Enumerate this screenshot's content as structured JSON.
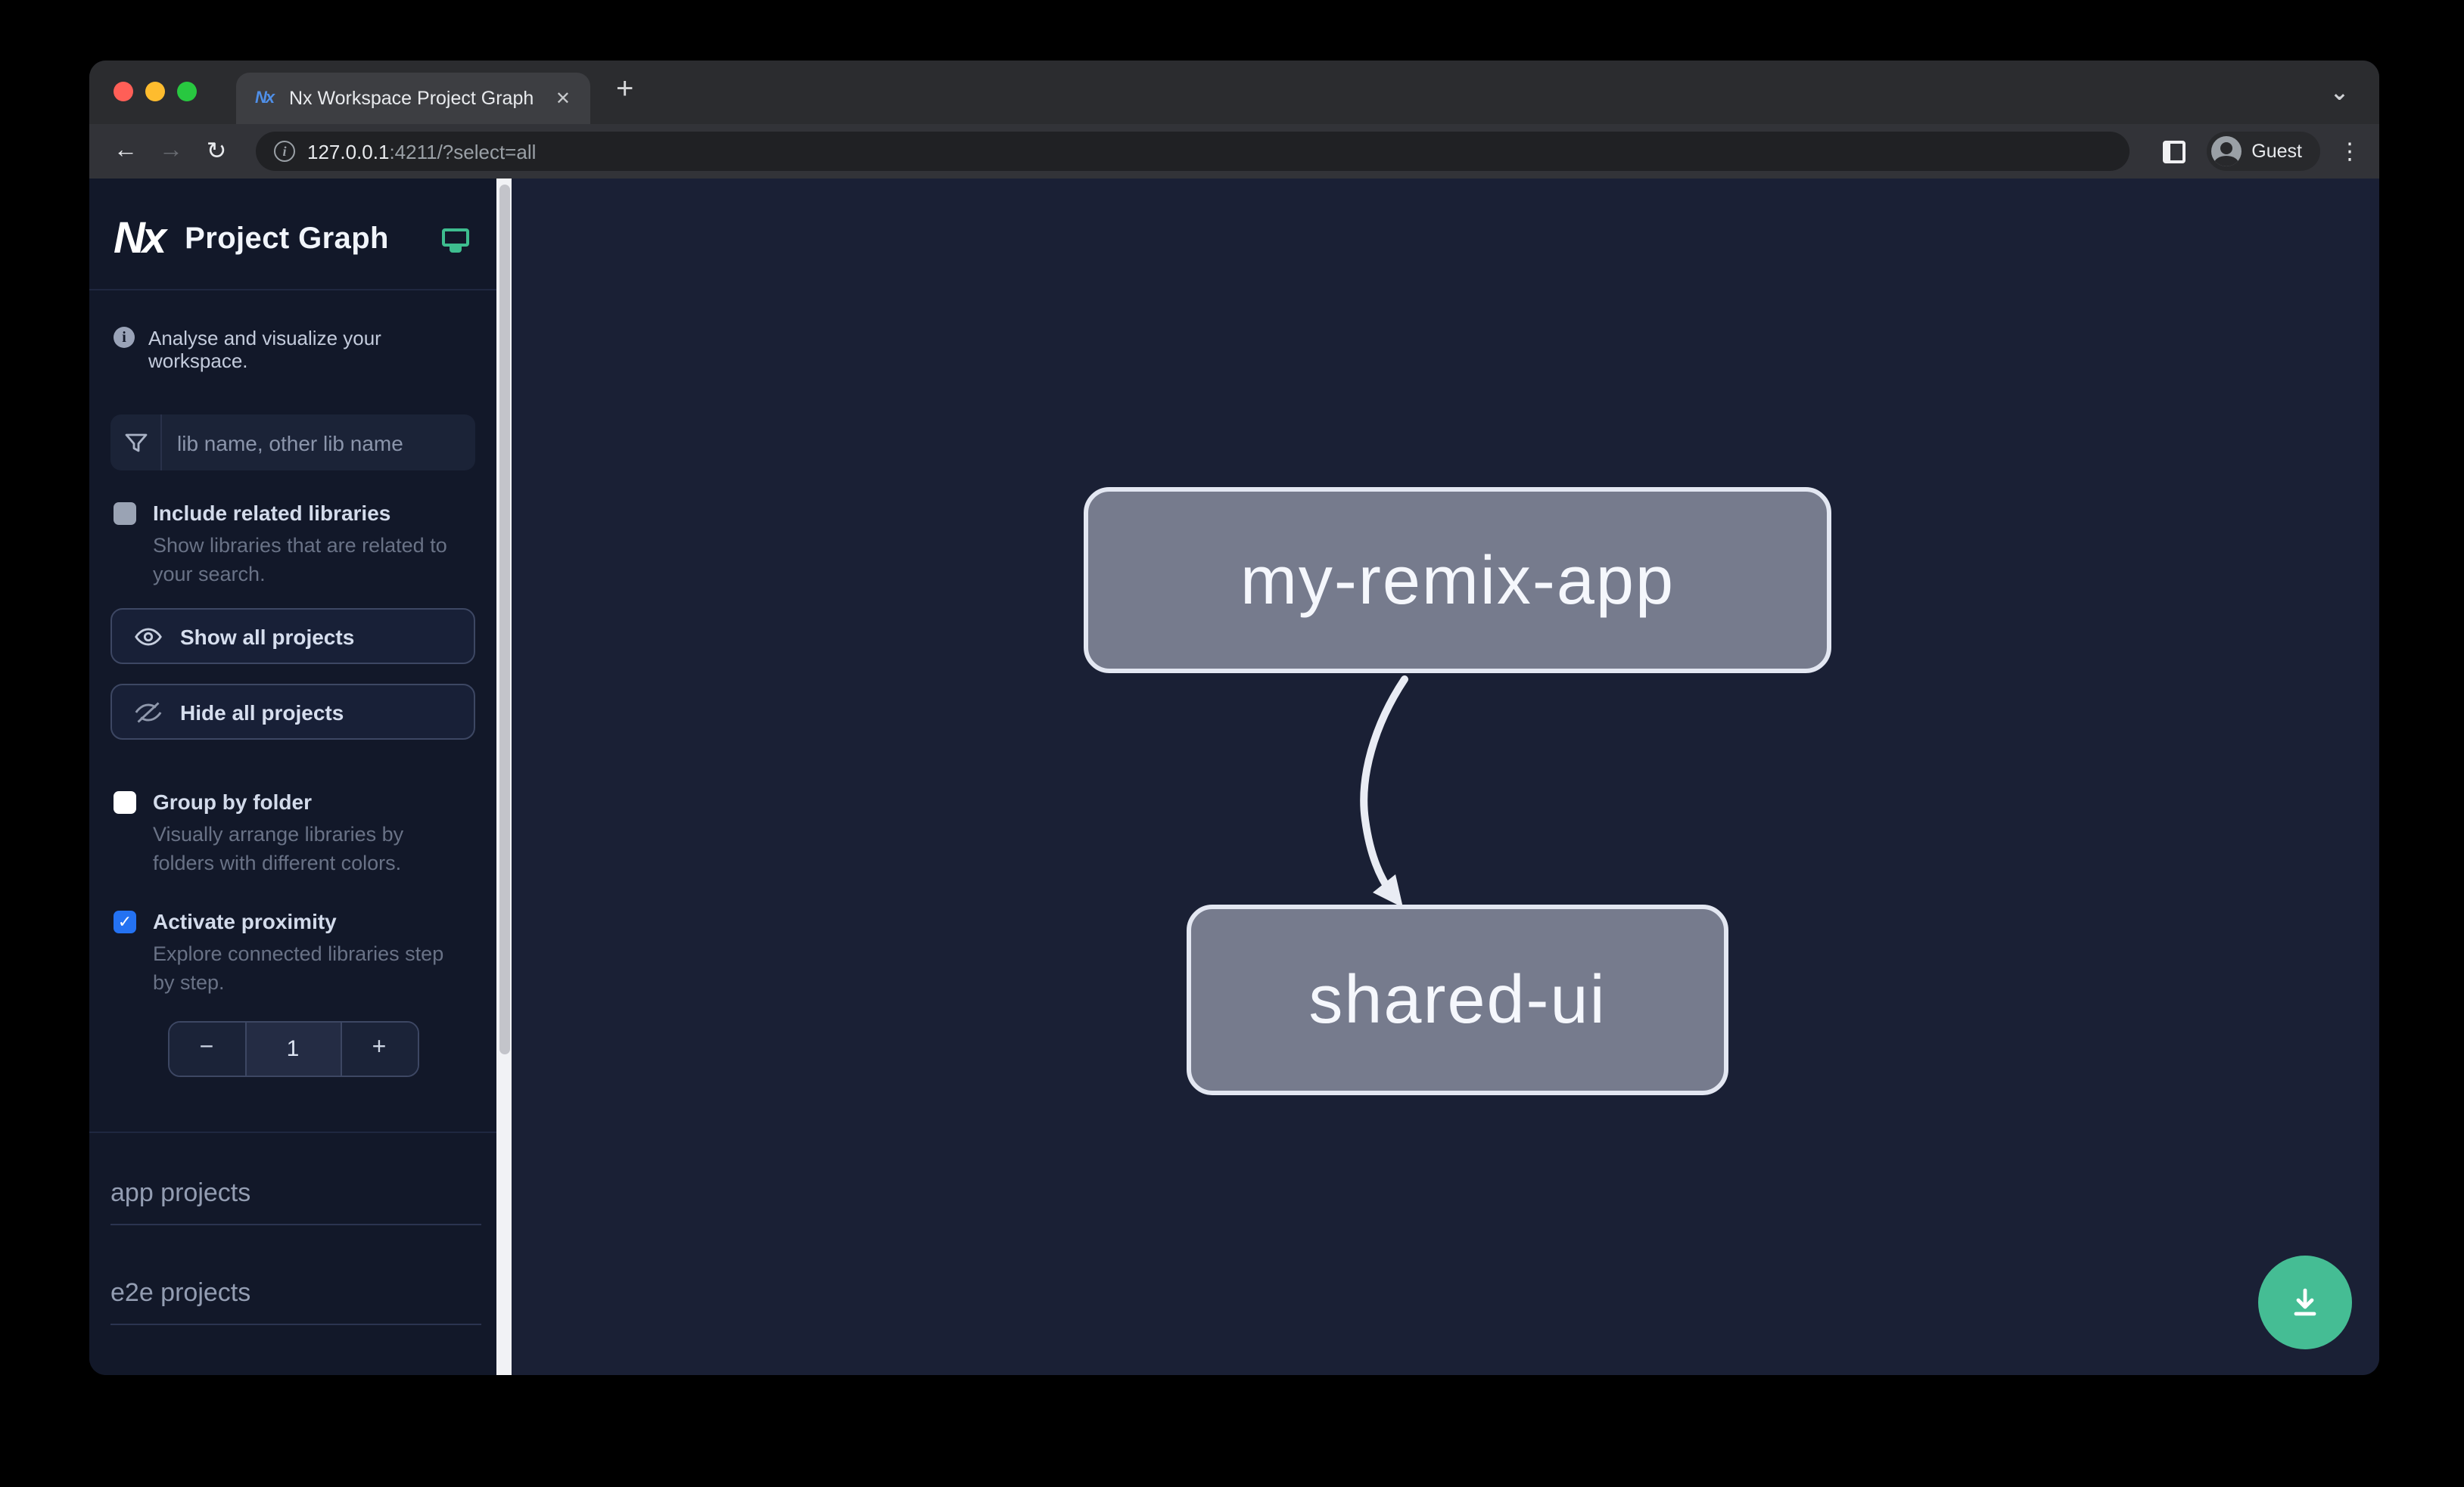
{
  "browser": {
    "tab_title": "Nx Workspace Project Graph",
    "favicon_text": "Nx",
    "url_host": "127.0.0.1",
    "url_rest": ":4211/?select=all",
    "profile_label": "Guest"
  },
  "glyphs": {
    "close": "✕",
    "new_tab": "+",
    "strip_chevron": "⌄",
    "back": "←",
    "forward": "→",
    "reload": "↻",
    "more": "⋮",
    "info": "i",
    "check": "✓"
  },
  "sidebar": {
    "logo_text": "Nx",
    "title": "Project Graph",
    "tagline": "Analyse and visualize your workspace.",
    "filter_placeholder": "lib name, other lib name",
    "checks": [
      {
        "label": "Include related libraries",
        "description": "Show libraries that are related to your search.",
        "checked": false
      },
      {
        "label": "Group by folder",
        "description": "Visually arrange libraries by folders with different colors.",
        "checked": false
      },
      {
        "label": "Activate proximity",
        "description": "Explore connected libraries step by step.",
        "checked": true
      }
    ],
    "buttons": [
      {
        "label": "Show all projects"
      },
      {
        "label": "Hide all projects"
      }
    ],
    "stepper": {
      "decrement": "−",
      "value": "1",
      "increment": "+"
    },
    "sections": [
      {
        "label": "app projects"
      },
      {
        "label": "e2e projects"
      }
    ]
  },
  "graph": {
    "nodes": [
      {
        "label": "my-remix-app"
      },
      {
        "label": "shared-ui"
      }
    ],
    "edges": [
      {
        "from": "my-remix-app",
        "to": "shared-ui"
      }
    ]
  },
  "colors": {
    "traffic_red": "#ff5f57",
    "traffic_yellow": "#febc2e",
    "traffic_green": "#28c840",
    "sidebar_bg": "#121829",
    "canvas_bg": "#1a2035",
    "node_fill": "#767b8d",
    "node_border": "#e3e7f2",
    "checkbox_accent": "#2472f2",
    "brand_green": "#3ebd8f",
    "fab_green": "#45bd94"
  }
}
